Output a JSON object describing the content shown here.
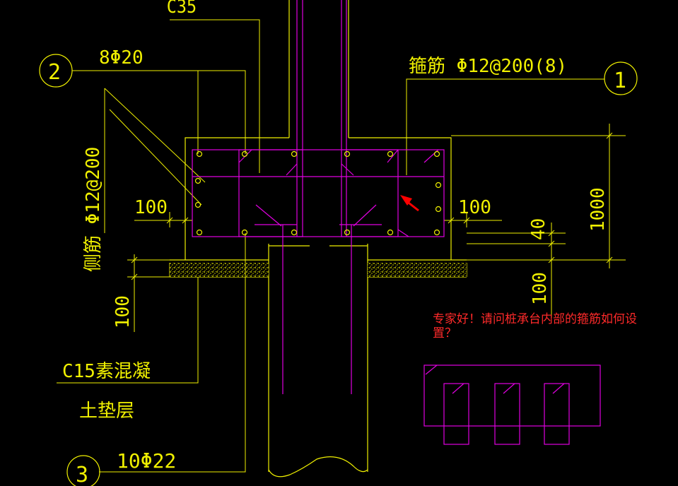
{
  "labels": {
    "concrete_grade": "C35",
    "axis_1": "1",
    "axis_2": "2",
    "axis_3": "3",
    "top_bar": "8Φ20",
    "bottom_bar": "10Φ22",
    "stirrup": "箍筋  Φ12@200(8)",
    "side_bar": "侧筋  Φ12@200",
    "dim_100_left": "100",
    "dim_100_right": "100",
    "dim_100_bottom_left": "100",
    "dim_40": "40",
    "dim_100_bottom_right": "100",
    "dim_1000": "1000",
    "cushion_line1": "C15素混凝",
    "cushion_line2": "土垫层"
  },
  "question": {
    "line1": "专家好！请问桩承台内部的箍筋如何设",
    "line2": "置？"
  },
  "colors": {
    "background": "#000000",
    "yellow": "#f0f000",
    "magenta": "#e000e0",
    "note_red": "#ff2a2a",
    "arrow_red": "#ff0000"
  }
}
